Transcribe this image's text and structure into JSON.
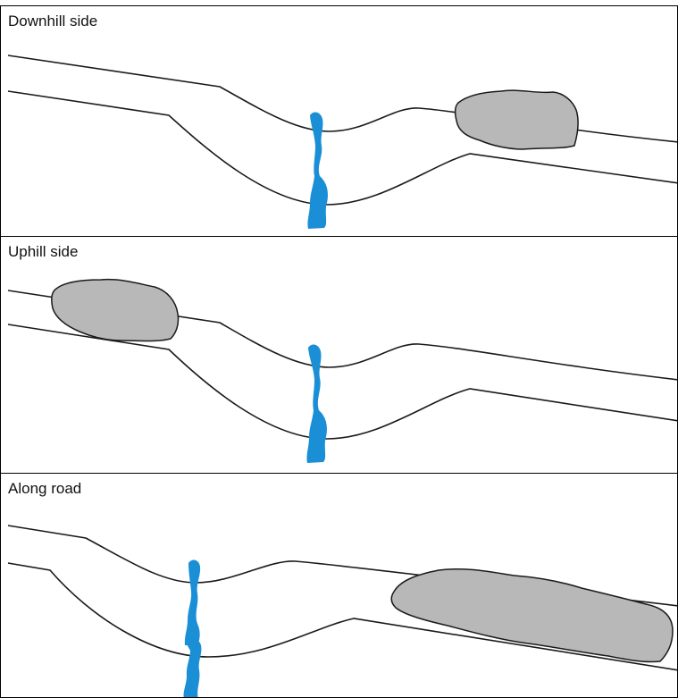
{
  "panels": [
    {
      "label": "Downhill side"
    },
    {
      "label": "Uphill side"
    },
    {
      "label": "Along road"
    }
  ],
  "colors": {
    "water": "#1a8fd6",
    "debris": "#b8b8b8",
    "outline": "#1a1a1a",
    "background": "#ffffff"
  }
}
